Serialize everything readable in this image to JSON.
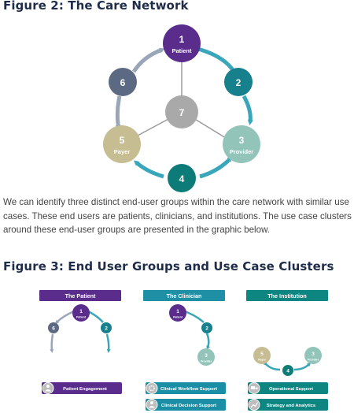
{
  "figure2": {
    "title": "Figure 2: The Care Network",
    "nodes": [
      {
        "num": "1",
        "label": "Patient",
        "color": "#5a2d8c"
      },
      {
        "num": "2",
        "label": "",
        "color": "#17808d"
      },
      {
        "num": "3",
        "label": "Provider",
        "color": "#93c4ba"
      },
      {
        "num": "4",
        "label": "",
        "color": "#0d7c79"
      },
      {
        "num": "5",
        "label": "Payer",
        "color": "#c7bd92"
      },
      {
        "num": "6",
        "label": "",
        "color": "#5b6a82"
      },
      {
        "num": "7",
        "label": "",
        "color": "#a9a9a9"
      }
    ],
    "arrow_colors": {
      "purple_teal": "#5fb3c4",
      "teal": "#3aa6b9",
      "slate": "#98a6b8"
    }
  },
  "paragraph": "We can identify three distinct end-user groups within the care network with similar use cases. These end users are patients, clinicians, and institutions. The use case clusters around these end-user groups are presented in the graphic below.",
  "figure3": {
    "title": "Figure 3: End User Groups and Use Case Clusters",
    "panels": [
      {
        "header": "The Patient",
        "header_color": "#5a2d8c",
        "nodes": [
          {
            "num": "1",
            "label": "Patient",
            "color": "#5a2d8c"
          },
          {
            "num": "6",
            "label": "",
            "color": "#5b6a82"
          },
          {
            "num": "2",
            "label": "",
            "color": "#17808d"
          }
        ],
        "clusters": [
          {
            "label": "Patient Engagement",
            "icon": "patient-icon"
          }
        ]
      },
      {
        "header": "The Clinician",
        "header_color": "#1f8fa6",
        "nodes": [
          {
            "num": "1",
            "label": "Patient",
            "color": "#5a2d8c"
          },
          {
            "num": "2",
            "label": "",
            "color": "#17808d"
          },
          {
            "num": "3",
            "label": "Provider",
            "color": "#93c4ba"
          }
        ],
        "clusters": [
          {
            "label": "Clinical Workflow Support",
            "icon": "gear-icon"
          },
          {
            "label": "Clinical Decision Support",
            "icon": "doctor-icon"
          }
        ]
      },
      {
        "header": "The Institution",
        "header_color": "#0d8580",
        "nodes": [
          {
            "num": "5",
            "label": "Payer",
            "color": "#c7bd92"
          },
          {
            "num": "4",
            "label": "",
            "color": "#0d7c79"
          },
          {
            "num": "3",
            "label": "Provider",
            "color": "#93c4ba"
          }
        ],
        "clusters": [
          {
            "label": "Operational Support",
            "icon": "truck-icon"
          },
          {
            "label": "Strategy and Analytics",
            "icon": "chart-icon"
          }
        ]
      }
    ]
  }
}
